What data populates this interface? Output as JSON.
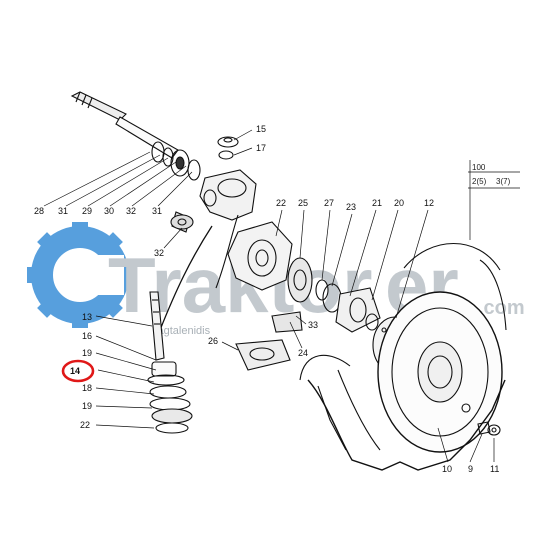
{
  "watermark": {
    "brand": "Traktor",
    "brand_tail": "er",
    "domain": ".com",
    "owner": "Tagtalenidis",
    "colors": {
      "gear": "#3a8fd8",
      "text": "#b9c0c6"
    }
  },
  "highlight": {
    "label": "14",
    "color": "#e01818"
  },
  "header_labels": [
    "100",
    "2(5)",
    "3(7)"
  ],
  "callouts": {
    "c28": "28",
    "c31a": "31",
    "c29": "29",
    "c30": "30",
    "c32a": "32",
    "c31b": "31",
    "c15": "15",
    "c17": "17",
    "c32b": "32",
    "c22a": "22",
    "c25": "25",
    "c27": "27",
    "c23": "23",
    "c21": "21",
    "c20": "20",
    "c12": "12",
    "c13": "13",
    "c16": "16",
    "c19a": "19",
    "c18": "18",
    "c19b": "19",
    "c22b": "22",
    "c26": "26",
    "c33": "33",
    "c24": "24",
    "c10": "10",
    "c9": "9",
    "c11": "11"
  }
}
